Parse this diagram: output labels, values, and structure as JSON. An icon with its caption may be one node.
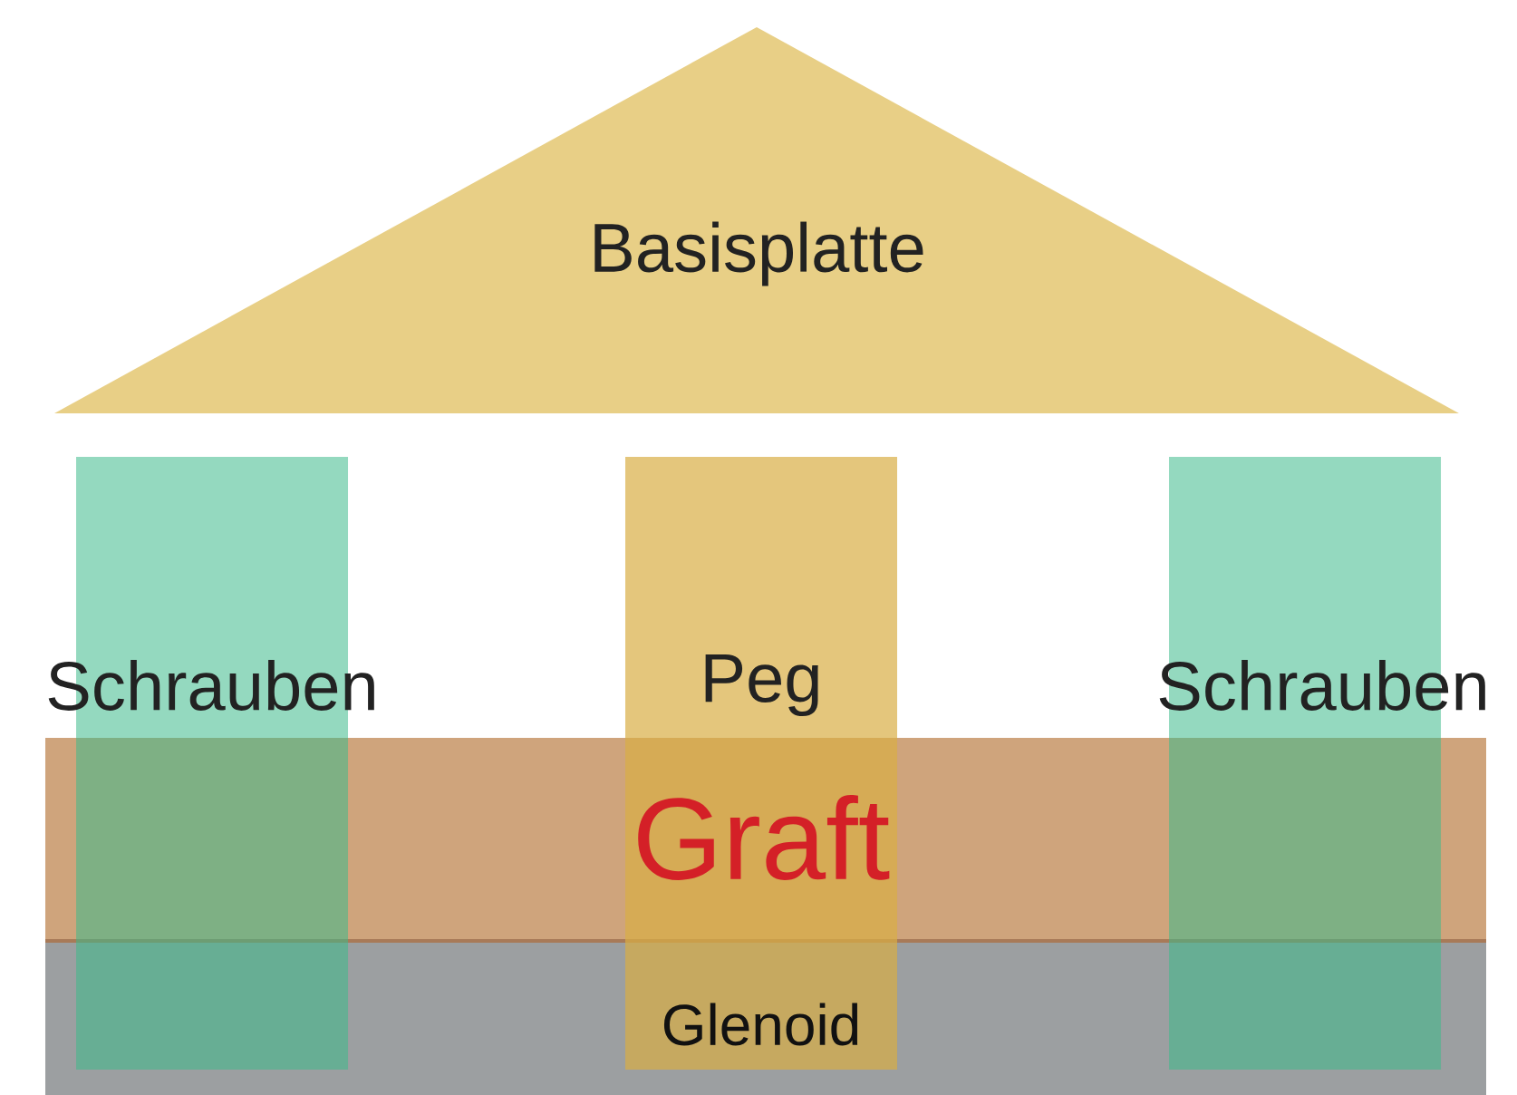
{
  "diagram": {
    "nodes": [
      {
        "text": [
          "Basisplatte"
        ]
      },
      {
        "text": [
          "Schrauben"
        ]
      },
      {
        "text": [
          "Peg"
        ]
      },
      {
        "text": [
          "Schrauben"
        ]
      },
      {
        "text": [
          "Graft"
        ]
      },
      {
        "text": [
          "Glenoid"
        ]
      }
    ]
  }
}
